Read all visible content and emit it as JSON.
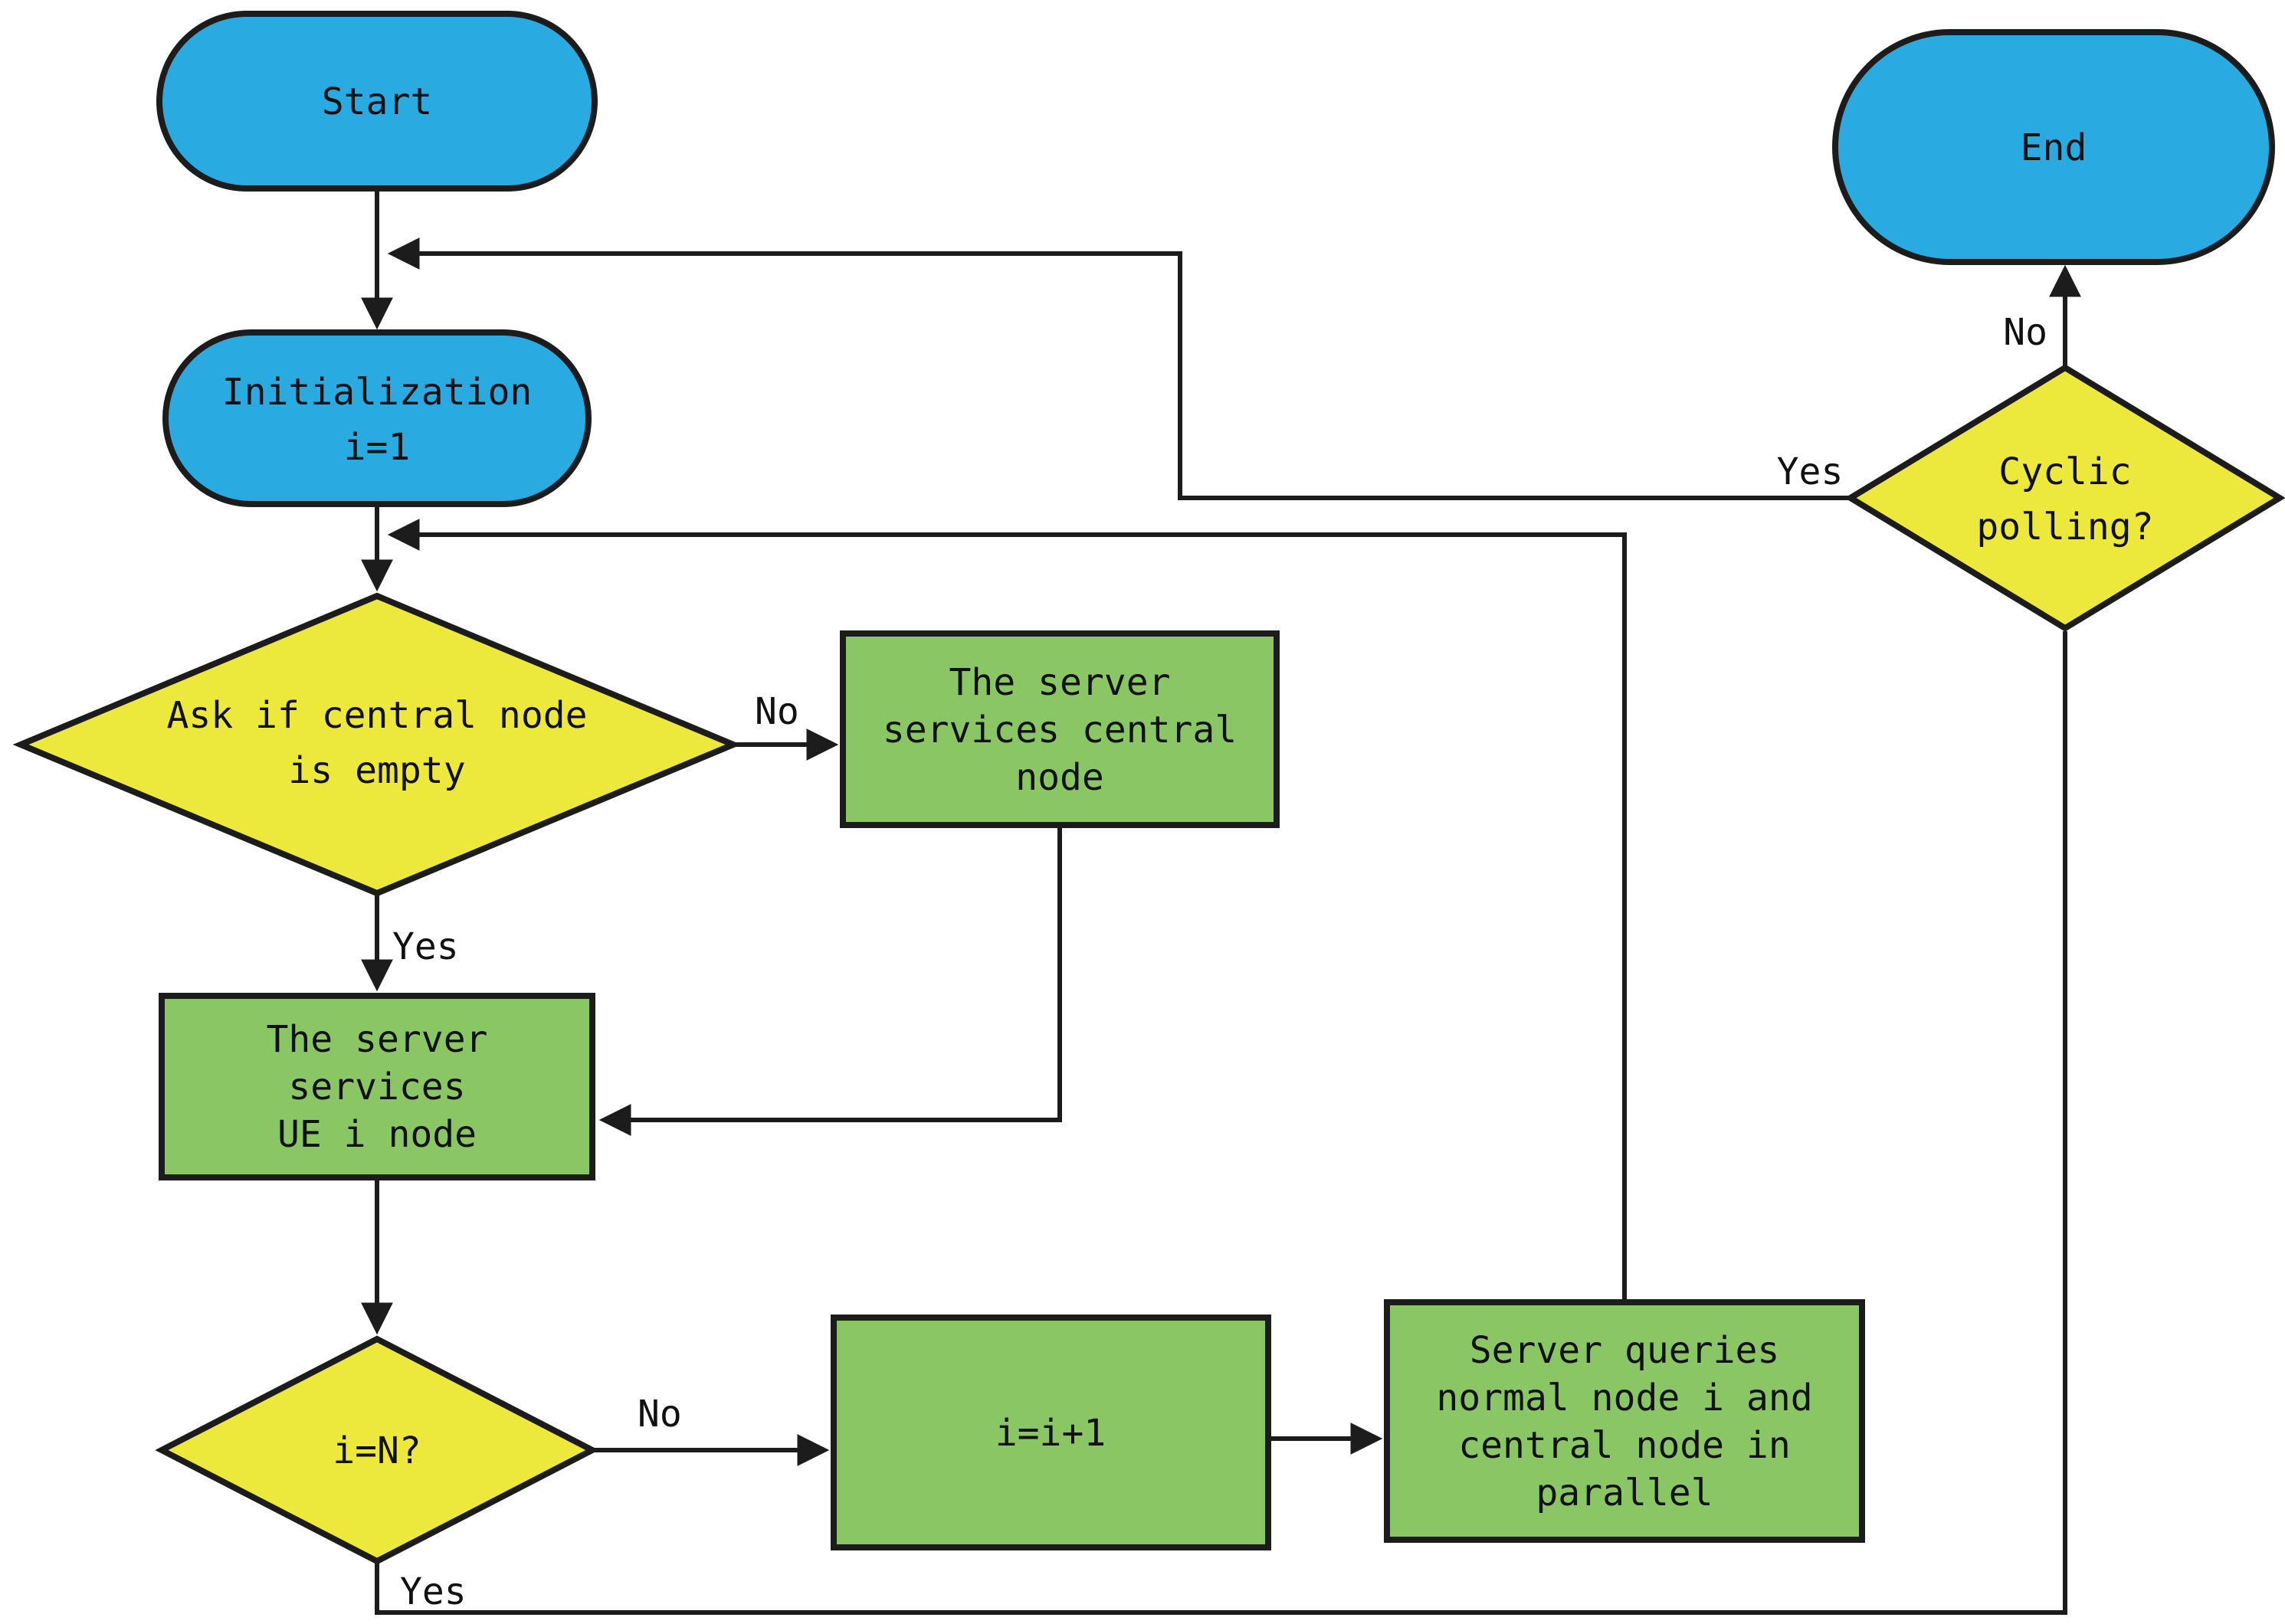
{
  "diagram": {
    "type": "flowchart",
    "colors": {
      "terminator_fill": "#29ABE2",
      "decision_fill": "#EDE93C",
      "process_fill": "#8AC764",
      "stroke": "#1C1C1C",
      "background": "#FFFFFF",
      "text": "#111111"
    },
    "nodes": {
      "start": {
        "type": "terminator",
        "label": "Start"
      },
      "init": {
        "type": "terminator",
        "lines": [
          "Initialization",
          "i=1"
        ]
      },
      "ask_central": {
        "type": "decision",
        "lines": [
          "Ask if central node",
          "is empty"
        ]
      },
      "serve_central": {
        "type": "process",
        "lines": [
          "The server",
          "services central",
          "node"
        ]
      },
      "serve_ue": {
        "type": "process",
        "lines": [
          "The server",
          "services",
          "UE i node"
        ]
      },
      "i_eq_n": {
        "type": "decision",
        "label": "i=N?"
      },
      "increment": {
        "type": "process",
        "label": "i=i+1"
      },
      "server_queries": {
        "type": "process",
        "lines": [
          "Server queries",
          "normal node i and",
          "central node in",
          "parallel"
        ]
      },
      "cyclic_polling": {
        "type": "decision",
        "lines": [
          "Cyclic",
          "polling?"
        ]
      },
      "end": {
        "type": "terminator",
        "label": "End"
      }
    },
    "edge_labels": {
      "ask_central_no": "No",
      "ask_central_yes": "Yes",
      "i_eq_n_no": "No",
      "i_eq_n_yes": "Yes",
      "cyclic_polling_yes": "Yes",
      "cyclic_polling_no": "No"
    }
  }
}
